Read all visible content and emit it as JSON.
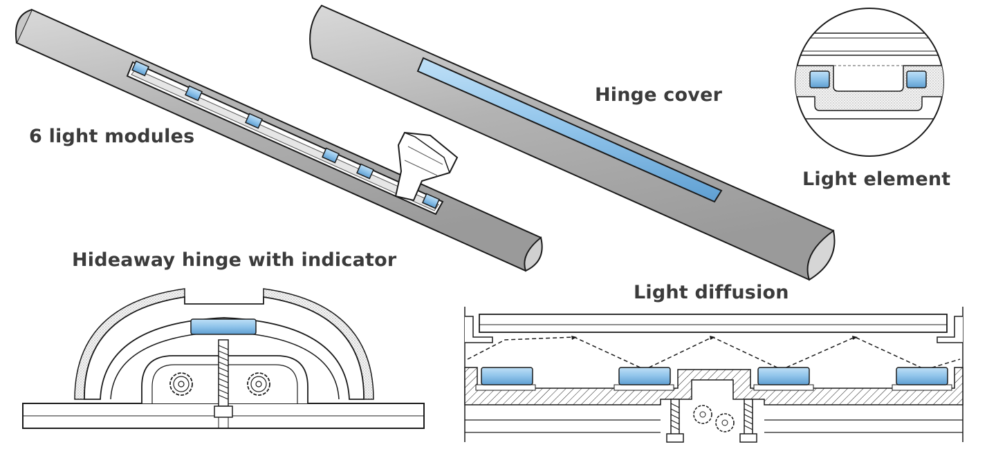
{
  "labels": {
    "light_modules": "6 light modules",
    "hinge_cover": "Hinge cover",
    "light_element": "Light element",
    "hideaway_hinge": "Hideaway hinge with indicator",
    "light_diffusion": "Light diffusion"
  },
  "colors": {
    "outline": "#1a1a1a",
    "tube_gray": "#b5b5b5",
    "tube_light": "#e3e3e3",
    "led_blue": "#8fc3ea",
    "led_blue_dark": "#5f9fd2",
    "text": "#3b3b3b"
  }
}
